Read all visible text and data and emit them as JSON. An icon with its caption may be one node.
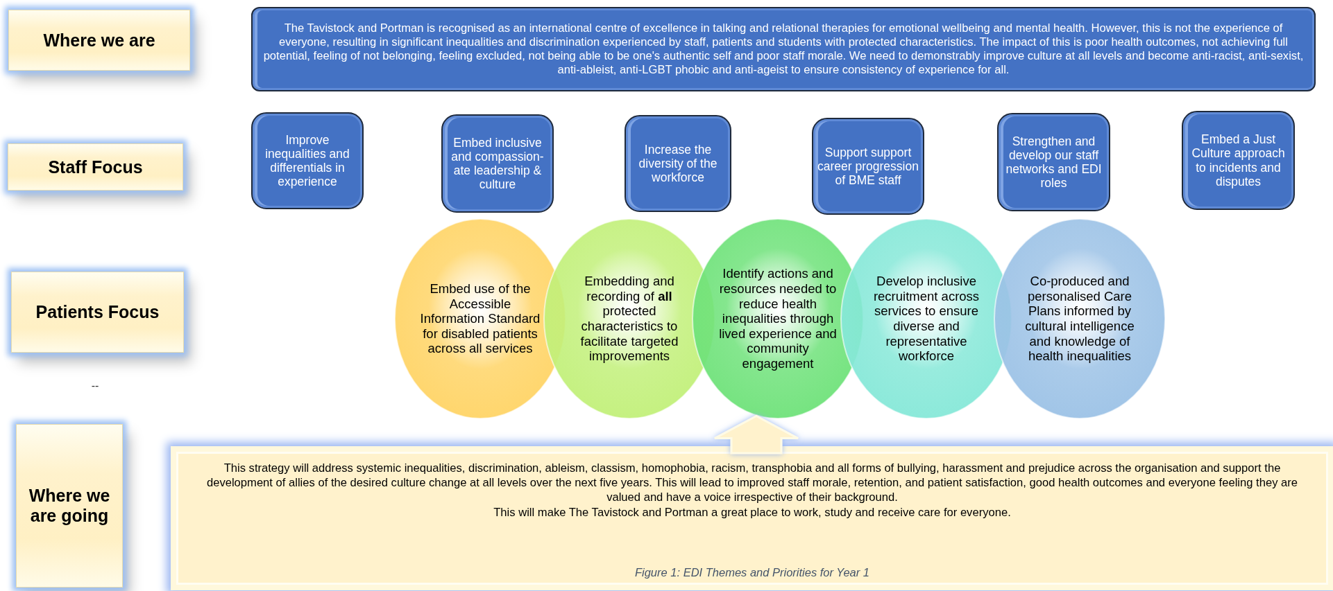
{
  "diagram": {
    "caption": "Figure 1: EDI Themes and Priorities for Year 1",
    "nodes": [
      {
        "text": [
          "Where we are"
        ]
      },
      {
        "text": [
          "The Tavistock and Portman is recognised as an international centre of excellence in talking and relational therapies for emotional wellbeing and mental health. However, this is not the experience of everyone, resulting in significant inequalities and discrimination experienced by staff, patients and students with protected characteristics. The impact of this is poor health outcomes, not achieving full potential, feeling of not belonging, feeling excluded, not being able to be one's authentic self and poor staff morale. We need to demonstrably improve culture at all levels and become anti-racist, anti-sexist, anti-ableist, anti-LGBT phobic and anti-ageist to ensure consistency of experience for all."
        ]
      },
      {
        "text": [
          "Staff Focus"
        ]
      },
      {
        "text": [
          "Improve inequalities and differentials in experience"
        ]
      },
      {
        "text": [
          "Embed inclusive and compassion-ate leadership & culture"
        ]
      },
      {
        "text": [
          "Increase the diversity of the workforce"
        ]
      },
      {
        "text": [
          "Support support career progression of BME staff"
        ]
      },
      {
        "text": [
          "Strengthen and develop our staff networks and EDI roles"
        ]
      },
      {
        "text": [
          "Embed a Just Culture approach to incidents and disputes"
        ]
      },
      {
        "text": [
          "Patients Focus"
        ]
      },
      {
        "text": [
          "Embed use of the Accessible Information Standard for disabled patients across all services"
        ]
      },
      {
        "text": [
          "Embedding and recording of **all** protected characteristics to facilitate targeted improvements"
        ]
      },
      {
        "text": [
          "Identify actions and resources needed to reduce health inequalities through lived experience and community engagement"
        ]
      },
      {
        "text": [
          "Develop inclusive recruitment across services to ensure diverse and representative workforce"
        ]
      },
      {
        "text": [
          "Co-produced and personalised Care Plans informed by cultural intelligence and knowledge of health inequalities"
        ]
      },
      {
        "text": [
          "Where we are going"
        ]
      },
      {
        "text": [
          "This strategy will address systemic inequalities, discrimination, ableism, classism, homophobia, racism, transphobia and all forms of bullying, harassment and prejudice across the organisation and support the development of allies of the desired culture change at all levels over the next five years. This will lead to improved staff morale, retention, and patient satisfaction, good health outcomes and everyone feeling they are valued and have a voice irrespective of their background.",
          "This will make The Tavistock and Portman a great place to work, study and receive care for everyone."
        ]
      }
    ],
    "edges": [
      {
        "from": 16,
        "to": 12,
        "arrow": "to",
        "style": "thick"
      }
    ],
    "labels": [
      "--"
    ]
  }
}
